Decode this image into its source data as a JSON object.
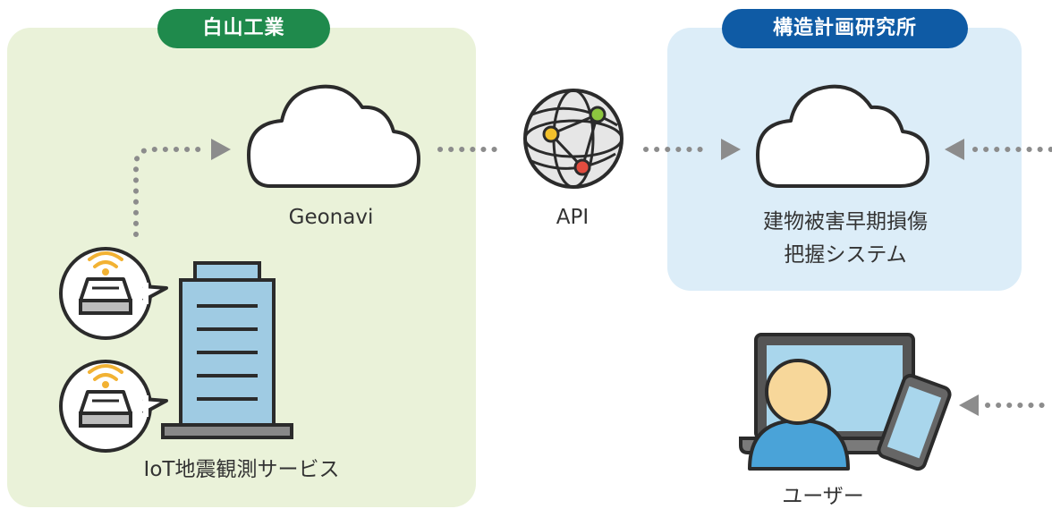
{
  "orgs": {
    "left": "白山工業",
    "right": "構造計画研究所"
  },
  "nodes": {
    "geonavi": "Geonavi",
    "api": "API",
    "system_line1": "建物被害早期損傷",
    "system_line2": "把握システム",
    "iot_service": "IoT地震観測サービス",
    "user": "ユーザー"
  },
  "colors": {
    "left_panel": "#eaf2d9",
    "right_panel": "#dcedf8",
    "left_badge": "#1f8a4c",
    "right_badge": "#0f5ba5",
    "connector": "#8c8c8c",
    "building": "#9fcbe3",
    "screen": "#a9d6ec",
    "person_head": "#f7d79a",
    "person_body": "#4aa3d8",
    "sensor_signal": "#f2b233",
    "globe_node_yellow": "#f2c02b",
    "globe_node_green": "#8dc63f",
    "globe_node_red": "#e24c3f"
  },
  "icons": [
    "cloud-icon",
    "globe-network-icon",
    "building-icon",
    "sensor-icon",
    "laptop-icon",
    "smartphone-icon",
    "user-icon"
  ]
}
